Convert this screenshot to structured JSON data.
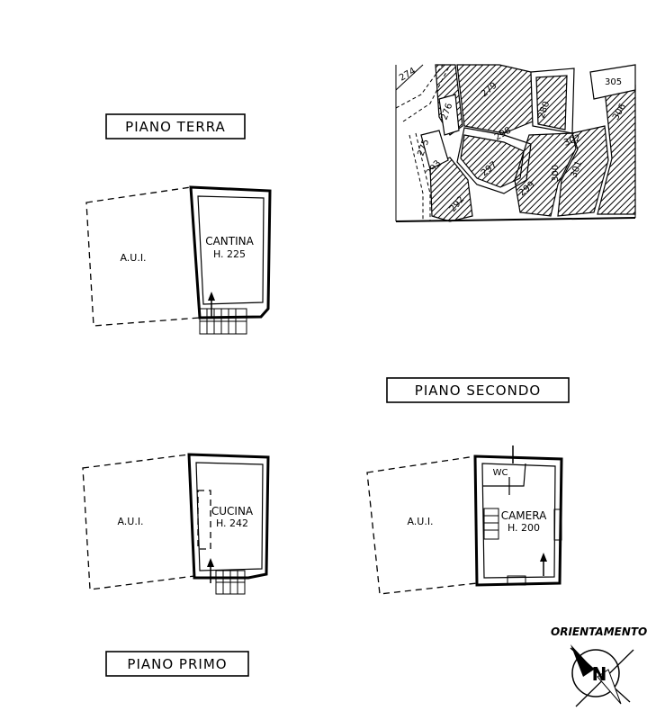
{
  "titles": {
    "piano_terra": "PIANO TERRA",
    "piano_secondo": "PIANO SECONDO",
    "piano_primo": "PIANO PRIMO"
  },
  "rooms": {
    "terra_aui": "A.U.I.",
    "cantina": "CANTINA",
    "cantina_h": "H. 225",
    "primo_aui": "A.U.I.",
    "cucina": "CUCINA",
    "cucina_h": "H. 242",
    "secondo_aui": "A.U.I.",
    "wc": "WC",
    "camera": "CAMERA",
    "camera_h": "H. 200"
  },
  "cadastral": {
    "parcels": [
      "274",
      "276",
      "279",
      "280",
      "298",
      "275",
      "293",
      "297",
      "299",
      "300",
      "301",
      "302",
      "305",
      "306",
      "292"
    ]
  },
  "compass": {
    "label": "ORIENTAMENTO",
    "north": "N"
  },
  "colors": {
    "ink": "#000000",
    "paper": "#ffffff"
  }
}
